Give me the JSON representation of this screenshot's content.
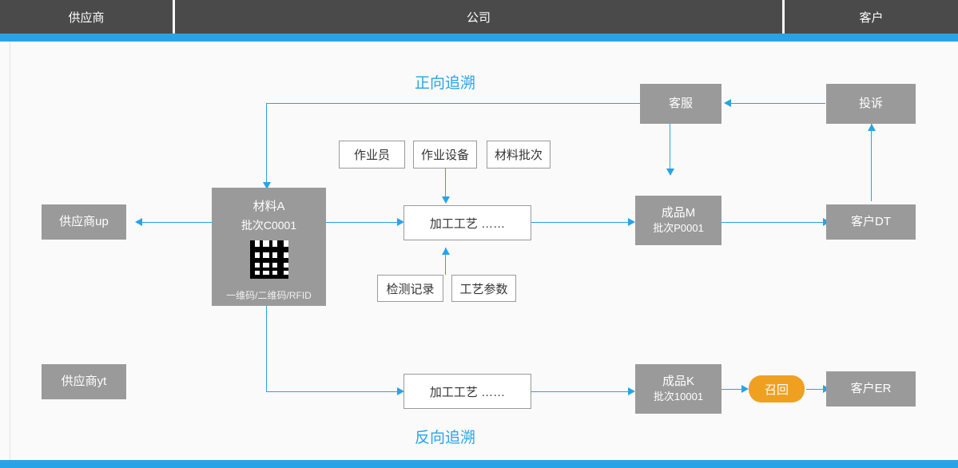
{
  "header": {
    "lanes": [
      {
        "label": "供应商"
      },
      {
        "label": "公司"
      },
      {
        "label": "客户"
      }
    ]
  },
  "labels": {
    "forward": "正向追溯",
    "backward": "反向追溯"
  },
  "nodes": {
    "supplier_up": "供应商up",
    "supplier_yt": "供应商yt",
    "material": {
      "title": "材料A",
      "batch": "批次C0001",
      "codes": "一维码/二维码/RFID",
      "qr_icon": "qr-code-icon"
    },
    "process_top": "加工工艺  ……",
    "process_bottom": "加工工艺  ……",
    "product_m": {
      "title": "成品M",
      "batch": "批次P0001"
    },
    "product_k": {
      "title": "成品K",
      "batch": "批次10001"
    },
    "customer_service": "客服",
    "complaint": "投诉",
    "customer_dt": "客户DT",
    "customer_er": "客户ER",
    "recall": "召回"
  },
  "attributes": {
    "operator": "作业员",
    "equipment": "作业设备",
    "material_batch": "材料批次",
    "inspection": "检测记录",
    "parameters": "工艺参数"
  },
  "colors": {
    "accent": "#29a3e8",
    "node": "#9a9a9a",
    "header": "#4a4a4a",
    "recall": "#f0a020"
  }
}
